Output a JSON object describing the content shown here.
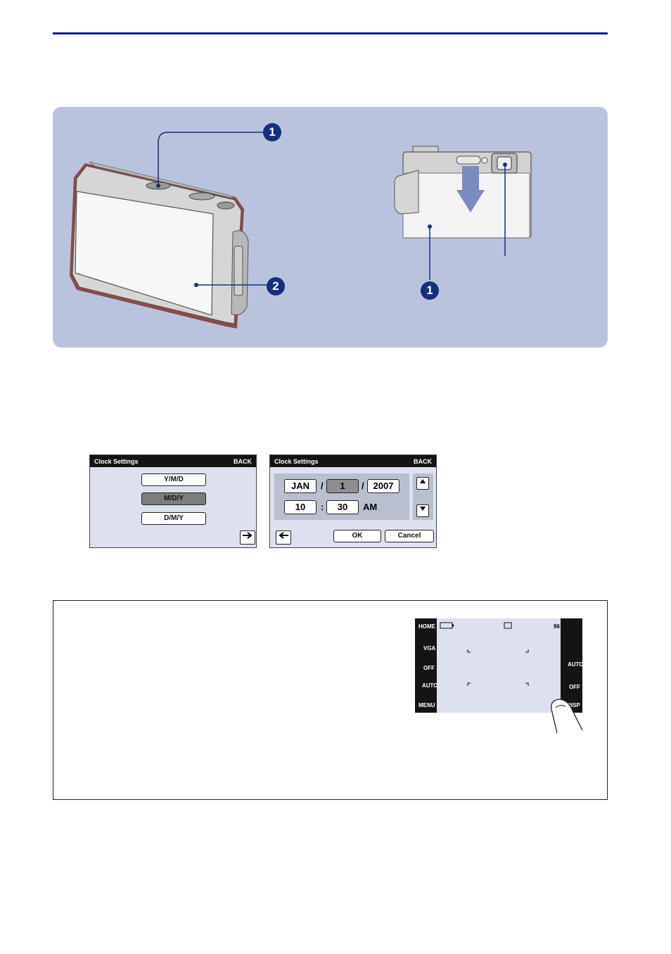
{
  "figure": {
    "callouts": [
      "1",
      "2",
      "1"
    ]
  },
  "clock_screen_1": {
    "title": "Clock Settings",
    "back": "BACK",
    "formats": [
      "Y/M/D",
      "M/D/Y",
      "D/M/Y"
    ],
    "selected_format": "M/D/Y",
    "next_icon": "arrow-right-icon"
  },
  "clock_screen_2": {
    "title": "Clock Settings",
    "back": "BACK",
    "month": "JAN",
    "day": "1",
    "year": "2007",
    "hour": "10",
    "minute": "30",
    "ampm": "AM",
    "date_sep": "/",
    "time_sep": ":",
    "ok": "OK",
    "cancel": "Cancel",
    "up_icon": "triangle-up-icon",
    "down_icon": "triangle-down-icon",
    "prev_icon": "arrow-left-icon"
  },
  "lcd": {
    "left_items": [
      "HOME",
      "VGA",
      "OFF",
      "AUTO",
      "MENU"
    ],
    "right_items": [
      "AUTO",
      "OFF",
      "DISP"
    ],
    "count": "96"
  }
}
